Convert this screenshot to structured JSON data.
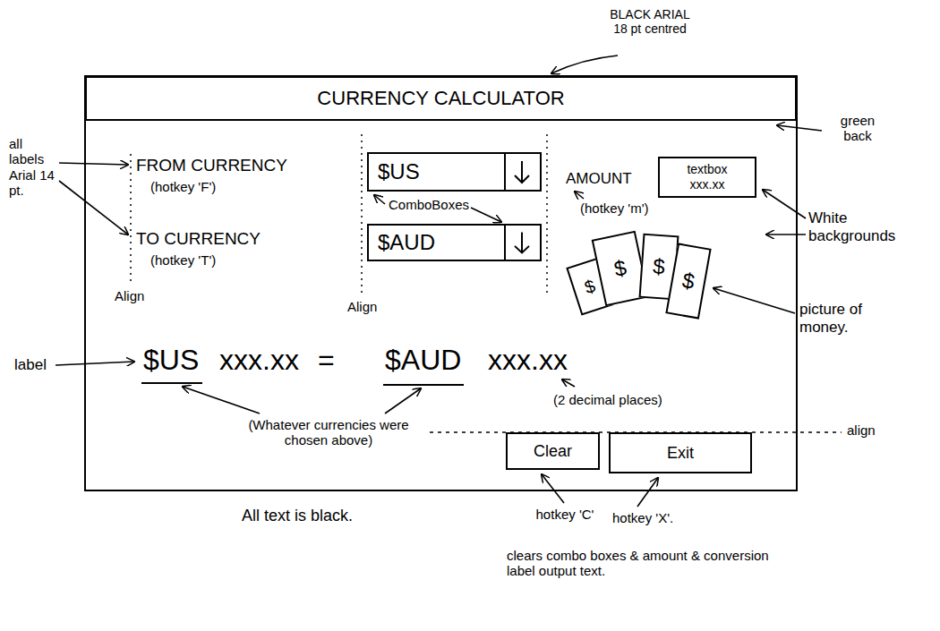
{
  "diagram": {
    "nodes": [
      {
        "text": [
          "CURRENCY CALCULATOR"
        ]
      },
      {
        "text": [
          "$US"
        ]
      },
      {
        "text": [
          "textbox xxx.xx"
        ]
      },
      {
        "text": [
          "$AUD"
        ]
      },
      {
        "text": [
          "$"
        ]
      },
      {
        "text": [
          "$"
        ]
      },
      {
        "text": [
          "$"
        ]
      },
      {
        "text": [
          "$"
        ]
      },
      {
        "text": [
          "Clear"
        ]
      },
      {
        "text": [
          "Exit"
        ]
      }
    ],
    "labels": [
      "BLACK ARIAL 18 pt centred",
      "green back",
      "all labels Arial 14 pt.",
      "FROM CURRENCY",
      "(hotkey 'F')",
      "ComboBoxes",
      "AMOUNT",
      "(hotkey 'm')",
      "White backgrounds",
      "TO CURRENCY",
      "(hotkey 'T')",
      "Align",
      "Align",
      "picture of money.",
      "label",
      "$US",
      "xxx.xx",
      "=",
      "$AUD",
      "xxx.xx",
      "(2 decimal places)",
      "(Whatever currencies were chosen above)",
      "align",
      "All text is black.",
      "hotkey 'C'",
      "clears combo boxes & amount & conversion label output text.",
      "hotkey 'X'."
    ]
  }
}
